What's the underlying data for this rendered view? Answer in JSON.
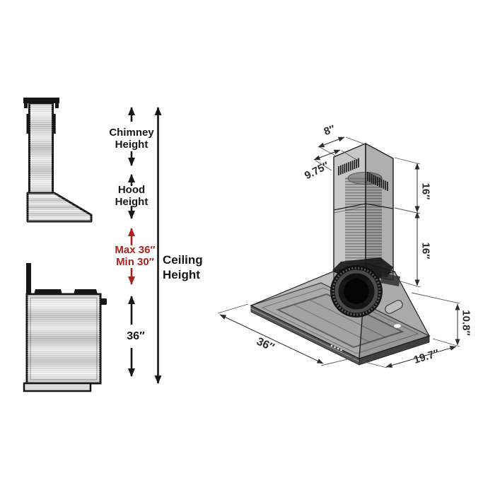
{
  "left_panel": {
    "chimney_height": "Chimney\nHeight",
    "hood_height": "Hood\nHeight",
    "mounting_range": "Max 36″\nMin 30″",
    "ceiling_height": "Ceiling\nHeight",
    "range_to_hood": "36″"
  },
  "iso_dimensions": {
    "chimney_top_depth": "8″",
    "chimney_top_width": "9.75″",
    "upper_chimney_height": "16″",
    "lower_chimney_height": "16″",
    "hood_body_height": "10.8″",
    "hood_width": "36″",
    "hood_depth": "19.7″"
  },
  "colors": {
    "background": "#ffffff",
    "ink": "#161616",
    "annotation_red": "#a8231d",
    "drawing_edge": "#1d1d1d"
  }
}
